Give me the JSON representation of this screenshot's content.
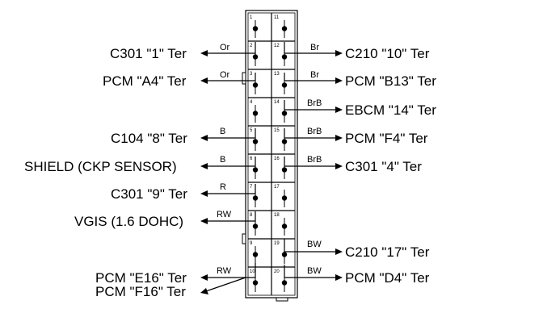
{
  "connector": {
    "pins_left": [
      "1",
      "2",
      "3",
      "4",
      "5",
      "6",
      "7",
      "8",
      "9",
      "10"
    ],
    "pins_right": [
      "11",
      "12",
      "13",
      "14",
      "15",
      "16",
      "17",
      "18",
      "19",
      "20"
    ]
  },
  "left_labels": [
    {
      "text": "C301 \"1\" Ter",
      "wire": "Or"
    },
    {
      "text": "PCM \"A4\" Ter",
      "wire": "Or"
    },
    {
      "text": "C104 \"8\" Ter",
      "wire": "B"
    },
    {
      "text": "SHIELD (CKP SENSOR)",
      "wire": "B"
    },
    {
      "text": "C301 \"9\" Ter",
      "wire": "R"
    },
    {
      "text": "VGIS (1.6 DOHC)",
      "wire": "RW"
    },
    {
      "text": "PCM \"E16\" Ter",
      "wire": "RW"
    },
    {
      "text": "PCM \"F16\" Ter",
      "wire": ""
    }
  ],
  "right_labels": [
    {
      "text": "C210 \"10\" Ter",
      "wire": "Br"
    },
    {
      "text": "PCM \"B13\" Ter",
      "wire": "Br"
    },
    {
      "text": "EBCM \"14\" Ter",
      "wire": "BrB"
    },
    {
      "text": "PCM \"F4\" Ter",
      "wire": "BrB"
    },
    {
      "text": "C301 \"4\" Ter",
      "wire": "BrB"
    },
    {
      "text": "C210 \"17\" Ter",
      "wire": "BW"
    },
    {
      "text": "PCM \"D4\" Ter",
      "wire": "BW"
    }
  ]
}
